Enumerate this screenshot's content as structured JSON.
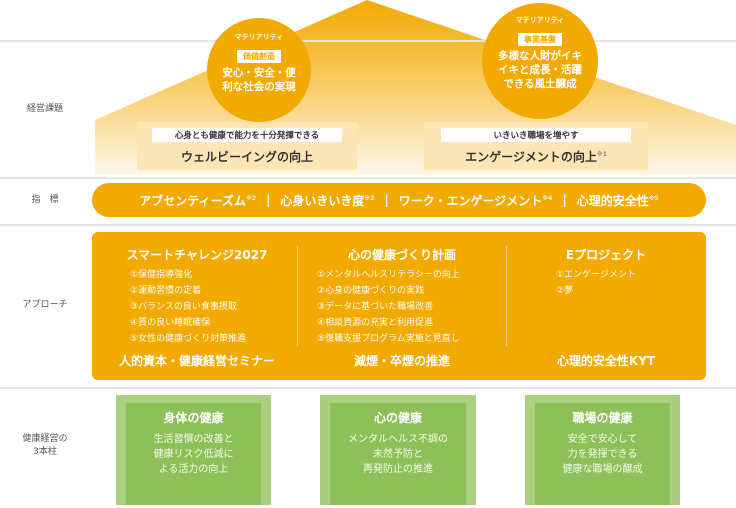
{
  "rows": {
    "management_issues": "経営課題",
    "indicators": "指　標",
    "approach": "アプローチ",
    "pillars": "健康経営の\n3本柱"
  },
  "materiality": [
    {
      "label": "マテリアリティ",
      "tag": "価値創造",
      "text": "安心・安全・便利な社会の実現"
    },
    {
      "label": "マテリアリティ",
      "tag": "事業基盤",
      "text": "多様な人財がイキイキと成長・活躍できる風土醸成"
    }
  ],
  "goals": [
    {
      "sub": "心身とも健康で能力を十分発揮できる",
      "title": "ウェルビーイングの向上",
      "note": ""
    },
    {
      "sub": "いきいき職場を増やす",
      "title": "エンゲージメントの向上",
      "note": "※1"
    }
  ],
  "indicators": [
    {
      "label": "アブセンティーズム",
      "note": "※2"
    },
    {
      "label": "心身いきいき度",
      "note": "※3"
    },
    {
      "label": "ワーク・エンゲージメント",
      "note": "※4"
    },
    {
      "label": "心理的安全性",
      "note": "※5"
    }
  ],
  "separator": "|",
  "approach": [
    {
      "title": "スマートチャレンジ2027",
      "items": [
        "①保健指導強化",
        "②運動習慣の定着",
        "③バランスの良い食事摂取",
        "④質の良い睡眠確保",
        "⑤女性の健康づくり対策推進"
      ],
      "footer": "人的資本・健康経営セミナー"
    },
    {
      "title": "心の健康づくり計画",
      "items": [
        "①メンタルヘルスリテラシーの向上",
        "②心身の健康づくりの実践",
        "③データに基づいた職場改善",
        "④相談資源の充実と利用促進",
        "⑤復職支援プログラム実施と見直し"
      ],
      "footer": "減煙・卒煙の推進"
    },
    {
      "title": "Eプロジェクト",
      "items": [
        "①エンゲージメント",
        "②夢"
      ],
      "footer": "心理的安全性KYT"
    }
  ],
  "pillars": [
    {
      "title": "身体の健康",
      "text": [
        "生活習慣の改善と",
        "健康リスク低減に",
        "よる活力の向上"
      ]
    },
    {
      "title": "心の健康",
      "text": [
        "メンタルヘルス不調の",
        "未然予防と",
        "再発防止の推進"
      ]
    },
    {
      "title": "職場の健康",
      "text": [
        "安全で安心して",
        "力を発揮できる",
        "健康な職場の醸成"
      ]
    }
  ],
  "colors": {
    "orange": "#f2a900",
    "pale_orange": "#fde5b5",
    "green": "#8ec05a",
    "green_light": "#a9cf7f"
  }
}
